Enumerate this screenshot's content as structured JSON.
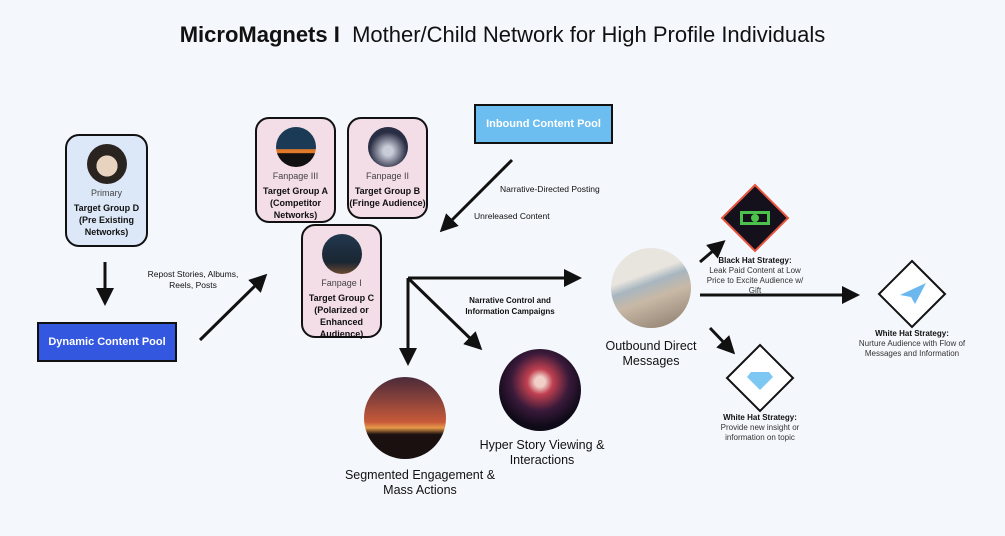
{
  "title": {
    "bold": "MicroMagnets I",
    "rest": "Mother/Child Network for High Profile Individuals"
  },
  "primary": {
    "label": "Primary",
    "group": "Target Group D (Pre Existing Networks)"
  },
  "fanpages": [
    {
      "label": "Fanpage III",
      "group": "Target Group A (Competitor Networks)"
    },
    {
      "label": "Fanpage II",
      "group": "Target Group B (Fringe Audience)"
    },
    {
      "label": "Fanpage I",
      "group": "Target Group C (Polarized or Enhanced Audience)"
    }
  ],
  "pools": {
    "dynamic": "Dynamic Content Pool",
    "inbound": "Inbound Content Pool"
  },
  "edge_labels": {
    "repost": "Repost Stories, Albums, Reels, Posts",
    "narrative_posting": "Narrative-Directed Posting",
    "unreleased": "Unreleased Content",
    "narrative_control": "Narrative Control and Information Campaigns"
  },
  "outputs": {
    "outbound": "Outbound Direct Messages",
    "segmented": "Segmented Engagement & Mass Actions",
    "hyper": "Hyper Story Viewing & Interactions"
  },
  "strategies": [
    {
      "title": "Black Hat Strategy:",
      "text": "Leak Paid Content at Low Price to Excite Audience w/ Gift",
      "icon": "money-icon"
    },
    {
      "title": "White Hat Strategy:",
      "text": "Nurture Audience with Flow of Messages and Information",
      "icon": "paper-plane-icon"
    },
    {
      "title": "White Hat Strategy:",
      "text": "Provide new insight or information on topic",
      "icon": "diamond-gem-icon"
    }
  ],
  "colors": {
    "dynamic_pool": "#3457e0",
    "inbound_pool": "#6cbdf0",
    "primary_card": "#dce8f8",
    "fanpage_card": "#f3dde6",
    "black_hat_border": "#e8553f"
  }
}
